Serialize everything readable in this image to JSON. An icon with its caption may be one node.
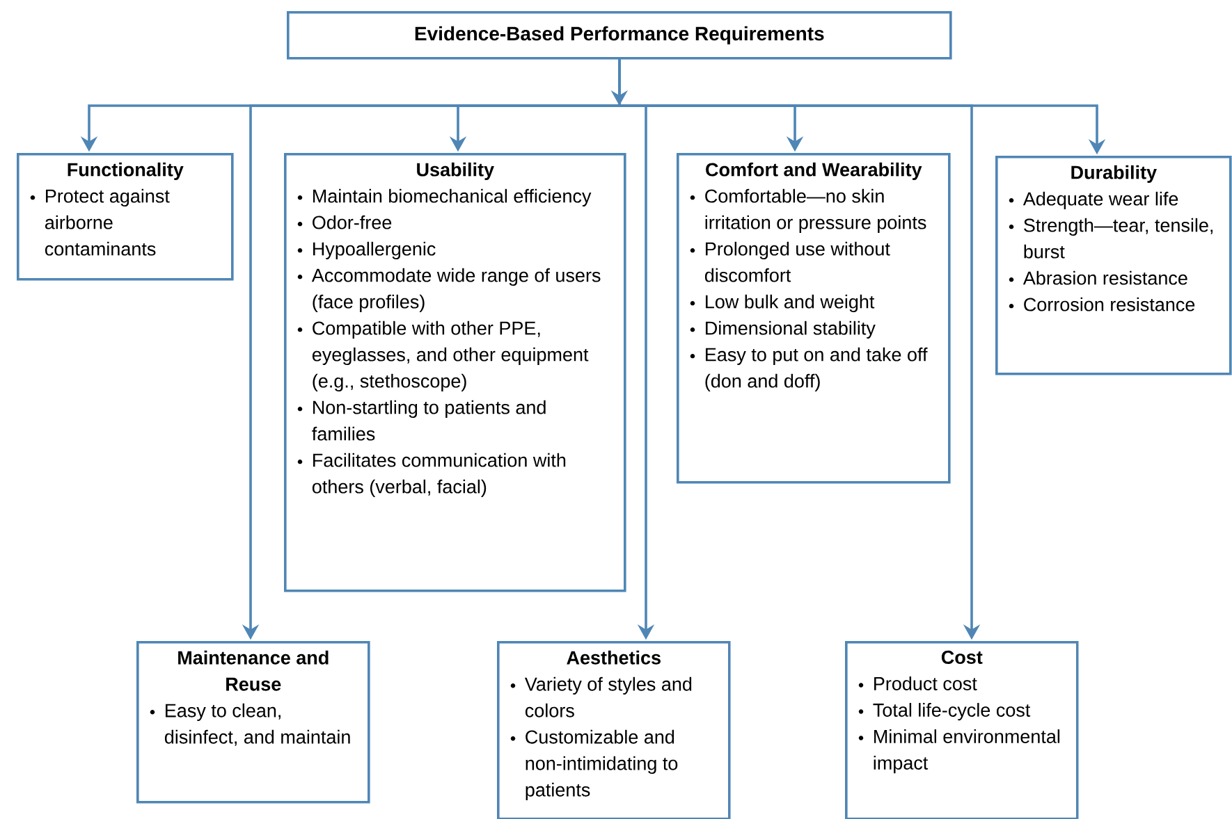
{
  "diagram": {
    "nodes": [
      {
        "text": [
          "Evidence-Based Performance Requirements"
        ]
      },
      {
        "text": [
          "Functionality",
          "Protect against airborne contaminants"
        ]
      },
      {
        "text": [
          "Usability",
          "Maintain biomechanical efficiency",
          "Odor-free",
          "Hypoallergenic",
          "Accommodate wide range of users (face profiles)",
          "Compatible with other PPE, eyeglasses, and other equipment (e.g., stethoscope)",
          "Non-startling to patients and families",
          "Facilitates communication with others (verbal, facial)"
        ]
      },
      {
        "text": [
          "Comfort and Wearability",
          "Comfortable—no skin irritation or pressure points",
          "Prolonged use without discomfort",
          "Low bulk and weight",
          "Dimensional stability",
          "Easy to put on and take off (don and doff)"
        ]
      },
      {
        "text": [
          "Durability",
          "Adequate wear life",
          "Strength—tear, tensile, burst",
          "Abrasion resistance",
          "Corrosion resistance"
        ]
      },
      {
        "text": [
          "Maintenance and Reuse",
          "Easy to clean, disinfect, and maintain"
        ]
      },
      {
        "text": [
          "Aesthetics",
          "Variety of styles and colors",
          "Customizable and non-intimidating to patients"
        ]
      },
      {
        "text": [
          "Cost",
          "Product cost",
          "Total life-cycle cost",
          "Minimal environmental impact"
        ]
      }
    ],
    "edges": [
      {
        "from": 0,
        "to": 1,
        "arrow": "to"
      },
      {
        "from": 0,
        "to": 2,
        "arrow": "to"
      },
      {
        "from": 0,
        "to": 3,
        "arrow": "to"
      },
      {
        "from": 0,
        "to": 4,
        "arrow": "to"
      },
      {
        "from": 0,
        "to": 5,
        "arrow": "to"
      },
      {
        "from": 0,
        "to": 6,
        "arrow": "to"
      },
      {
        "from": 0,
        "to": 7,
        "arrow": "to"
      }
    ]
  }
}
